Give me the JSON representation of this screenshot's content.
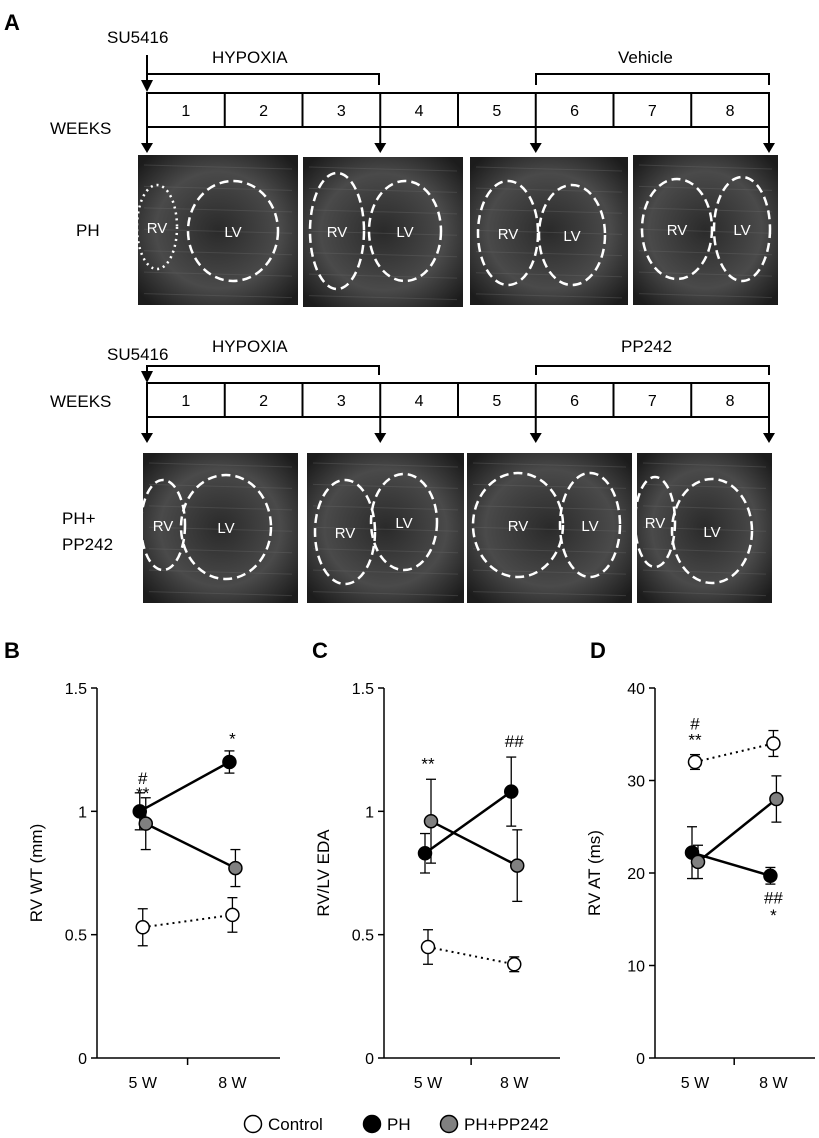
{
  "panels": {
    "A": "A",
    "B": "B",
    "C": "C",
    "D": "D"
  },
  "timeline_top": {
    "agent": "SU5416",
    "hypoxia": "HYPOXIA",
    "treatment": "Vehicle",
    "weeks_label": "WEEKS",
    "weeks": [
      "1",
      "2",
      "3",
      "4",
      "5",
      "6",
      "7",
      "8"
    ],
    "row_label": "PH",
    "echo_labels": [
      [
        "RV",
        "LV"
      ],
      [
        "RV",
        "LV"
      ],
      [
        "RV",
        "LV"
      ],
      [
        "RV",
        "LV"
      ]
    ]
  },
  "timeline_bottom": {
    "agent": "SU5416",
    "hypoxia": "HYPOXIA",
    "treatment": "PP242",
    "weeks_label": "WEEKS",
    "weeks": [
      "1",
      "2",
      "3",
      "4",
      "5",
      "6",
      "7",
      "8"
    ],
    "row_label_1": "PH+",
    "row_label_2": "PP242",
    "echo_labels": [
      [
        "RV",
        "LV"
      ],
      [
        "RV",
        "LV"
      ],
      [
        "RV",
        "LV"
      ],
      [
        "RV",
        "LV"
      ]
    ]
  },
  "legend": [
    {
      "name": "Control",
      "color": "#ffffff"
    },
    {
      "name": "PH",
      "color": "#000000"
    },
    {
      "name": "PH+PP242",
      "color": "#808080"
    }
  ],
  "chart_data": [
    {
      "panel": "B",
      "type": "line",
      "categories": [
        "5 W",
        "8 W"
      ],
      "ylabel": "RV WT (mm)",
      "ylim": [
        0,
        1.5
      ],
      "yticks": [
        "0",
        "0.5",
        "1",
        "1.5"
      ],
      "ytick_values": [
        0,
        0.5,
        1,
        1.5
      ],
      "series": [
        {
          "name": "Control",
          "values": [
            0.53,
            0.58
          ],
          "errors": [
            0.075,
            0.07
          ],
          "color": "#ffffff",
          "line": "dotted"
        },
        {
          "name": "PH",
          "values": [
            1.0,
            1.2
          ],
          "errors": [
            0.075,
            0.045
          ],
          "color": "#000000",
          "line": "solid"
        },
        {
          "name": "PH+PP242",
          "values": [
            0.95,
            0.77
          ],
          "errors": [
            0.105,
            0.075
          ],
          "color": "#808080",
          "line": "solid"
        }
      ],
      "annotations": [
        {
          "text": "#",
          "x": 0,
          "y": 1.11
        },
        {
          "text": "**",
          "x": 0,
          "y": 1.05
        },
        {
          "text": "*",
          "x": 1,
          "y": 1.27
        }
      ]
    },
    {
      "panel": "C",
      "type": "line",
      "categories": [
        "5 W",
        "8 W"
      ],
      "ylabel": "RV/LV EDA",
      "ylim": [
        0,
        1.5
      ],
      "yticks": [
        "0",
        "0.5",
        "1",
        "1.5"
      ],
      "ytick_values": [
        0,
        0.5,
        1,
        1.5
      ],
      "series": [
        {
          "name": "Control",
          "values": [
            0.45,
            0.38
          ],
          "errors": [
            0.07,
            0.03
          ],
          "color": "#ffffff",
          "line": "dotted"
        },
        {
          "name": "PH",
          "values": [
            0.83,
            1.08
          ],
          "errors": [
            0.08,
            0.14
          ],
          "color": "#000000",
          "line": "solid"
        },
        {
          "name": "PH+PP242",
          "values": [
            0.96,
            0.78
          ],
          "errors": [
            0.17,
            0.145
          ],
          "color": "#808080",
          "line": "solid"
        }
      ],
      "annotations": [
        {
          "text": "**",
          "x": 0,
          "y": 1.17
        },
        {
          "text": "##",
          "x": 1,
          "y": 1.26
        }
      ]
    },
    {
      "panel": "D",
      "type": "line",
      "categories": [
        "5 W",
        "8 W"
      ],
      "ylabel": "RV AT (ms)",
      "ylim": [
        0,
        40
      ],
      "yticks": [
        "0",
        "10",
        "20",
        "30",
        "40"
      ],
      "ytick_values": [
        0,
        10,
        20,
        30,
        40
      ],
      "series": [
        {
          "name": "Control",
          "values": [
            32.0,
            34.0
          ],
          "errors": [
            0.8,
            1.4
          ],
          "color": "#ffffff",
          "line": "dotted"
        },
        {
          "name": "PH",
          "values": [
            22.2,
            19.7
          ],
          "errors": [
            2.8,
            0.9
          ],
          "color": "#000000",
          "line": "solid"
        },
        {
          "name": "PH+PP242",
          "values": [
            21.2,
            28.0
          ],
          "errors": [
            1.8,
            2.5
          ],
          "color": "#808080",
          "line": "solid"
        }
      ],
      "annotations": [
        {
          "text": "#",
          "x": 0,
          "y": 35.5
        },
        {
          "text": "**",
          "x": 0,
          "y": 33.8
        },
        {
          "text": "##",
          "x": 1,
          "y": 16.7
        },
        {
          "text": "*",
          "x": 1,
          "y": 14.8
        }
      ]
    }
  ]
}
